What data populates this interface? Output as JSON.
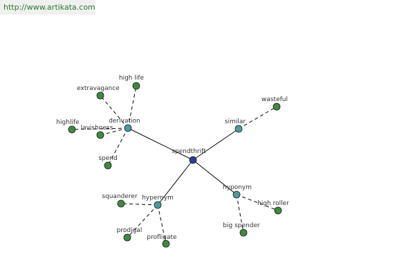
{
  "site_link": "http://www.artikata.com",
  "colors": {
    "root": "#2e3f8f",
    "relation": "#4f9a9a",
    "leaf": "#3f8a3f",
    "edge": "#000000"
  },
  "graph": {
    "root": "spendthrift",
    "relations": [
      {
        "label": "derivation",
        "leaves": [
          "high life",
          "extravagance",
          "highlife",
          "lavishness",
          "spend"
        ]
      },
      {
        "label": "similar",
        "leaves": [
          "wasteful"
        ]
      },
      {
        "label": "hyponym",
        "leaves": [
          "high roller",
          "big spender"
        ]
      },
      {
        "label": "hypernym",
        "leaves": [
          "squanderer",
          "prodigal",
          "profligate"
        ]
      }
    ]
  }
}
